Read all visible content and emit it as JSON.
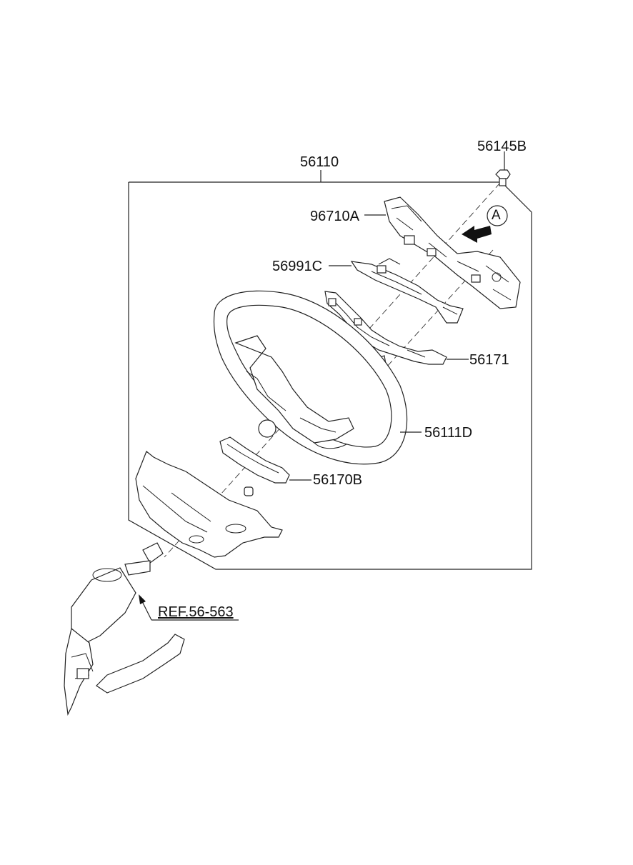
{
  "labels": {
    "assembly": "56110",
    "bolt": "56145B",
    "remote_switch": "96710A",
    "bracket_harness": "56991C",
    "wiring": "56171",
    "wheel": "56111D",
    "clock_spring": "56170B",
    "reference": "REF.56-563",
    "view_marker": "A"
  },
  "colors": {
    "line": "#222222",
    "background": "#ffffff"
  },
  "icons": {
    "view_arrow": "arrow-left-icon",
    "view_marker": "circle-letter-icon"
  }
}
